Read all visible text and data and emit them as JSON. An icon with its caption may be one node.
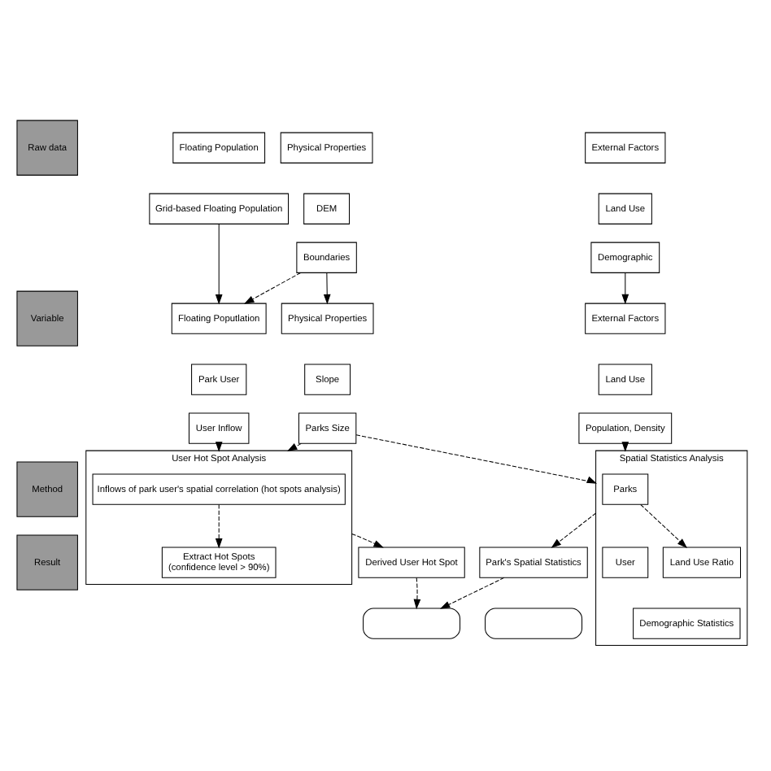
{
  "diagram": {
    "nodes": [
      {
        "text": [
          "Raw data"
        ]
      },
      {
        "text": [
          "Floating Population"
        ]
      },
      {
        "text": [
          "Grid-based Floating Population"
        ]
      },
      {
        "text": [
          "Physical Properties"
        ]
      },
      {
        "text": [
          "DEM"
        ]
      },
      {
        "text": [
          "Boundaries"
        ]
      },
      {
        "text": [
          "External Factors"
        ]
      },
      {
        "text": [
          "Land Use"
        ]
      },
      {
        "text": [
          "Demographic"
        ]
      },
      {
        "text": [
          "Variable"
        ]
      },
      {
        "text": [
          "Floating Poputlation"
        ]
      },
      {
        "text": [
          "Park User"
        ]
      },
      {
        "text": [
          "User Inflow"
        ]
      },
      {
        "text": [
          "Physical Properties"
        ]
      },
      {
        "text": [
          "Slope"
        ]
      },
      {
        "text": [
          "Parks Size"
        ]
      },
      {
        "text": [
          "External Factors"
        ]
      },
      {
        "text": [
          "Land Use"
        ]
      },
      {
        "text": [
          "Population, Density"
        ]
      },
      {
        "text": [
          "Method"
        ]
      },
      {
        "text": [
          "User Hot Spot Analysis"
        ]
      },
      {
        "text": [
          "Inflows of park user's spatial correlation (hot spots analysis)"
        ],
        "in": 20
      },
      {
        "text": [
          "Extract Hot Spots",
          "(confidence level > 90%)"
        ],
        "in": 20
      },
      {
        "text": [
          "Spatial Statistics Analysis"
        ]
      },
      {
        "text": [
          "Parks"
        ],
        "in": 23
      },
      {
        "text": [
          "User"
        ],
        "in": 23
      },
      {
        "text": [
          "Land Use Ratio"
        ],
        "in": 23
      },
      {
        "text": [
          "Demographic Statistics"
        ],
        "in": 23
      },
      {
        "text": [
          "Result"
        ]
      },
      {
        "text": [
          "Derived User Hot Spot"
        ]
      },
      {
        "text": [
          "Park's Spatial Statistics"
        ]
      },
      {
        "text": [],
        "shape": "box"
      },
      {
        "text": [],
        "shape": "box"
      }
    ],
    "edges": [
      {
        "from": 2,
        "to": 10,
        "arrow": "to"
      },
      {
        "from": 5,
        "to": 10,
        "arrow": "to",
        "style": "dashed"
      },
      {
        "from": 5,
        "to": 13,
        "arrow": "to"
      },
      {
        "from": 8,
        "to": 16,
        "arrow": "to"
      },
      {
        "from": 12,
        "to": 20,
        "arrow": "to",
        "style": "dashed"
      },
      {
        "from": 15,
        "to": 20,
        "arrow": "to",
        "style": "dashed"
      },
      {
        "from": 15,
        "to": 23,
        "arrow": "to",
        "style": "dashed"
      },
      {
        "from": 18,
        "to": 23,
        "arrow": "to",
        "style": "dashed"
      },
      {
        "from": 21,
        "to": 22,
        "arrow": "to",
        "style": "dashed"
      },
      {
        "from": 24,
        "to": 26,
        "arrow": "to",
        "style": "dashed"
      },
      {
        "from": 20,
        "to": 29,
        "arrow": "to",
        "style": "dashed"
      },
      {
        "from": 23,
        "to": 30,
        "arrow": "to",
        "style": "dashed"
      },
      {
        "from": 29,
        "to": 31,
        "arrow": "to",
        "style": "dashed"
      },
      {
        "from": 30,
        "to": 31,
        "arrow": "to",
        "style": "dashed"
      }
    ]
  }
}
